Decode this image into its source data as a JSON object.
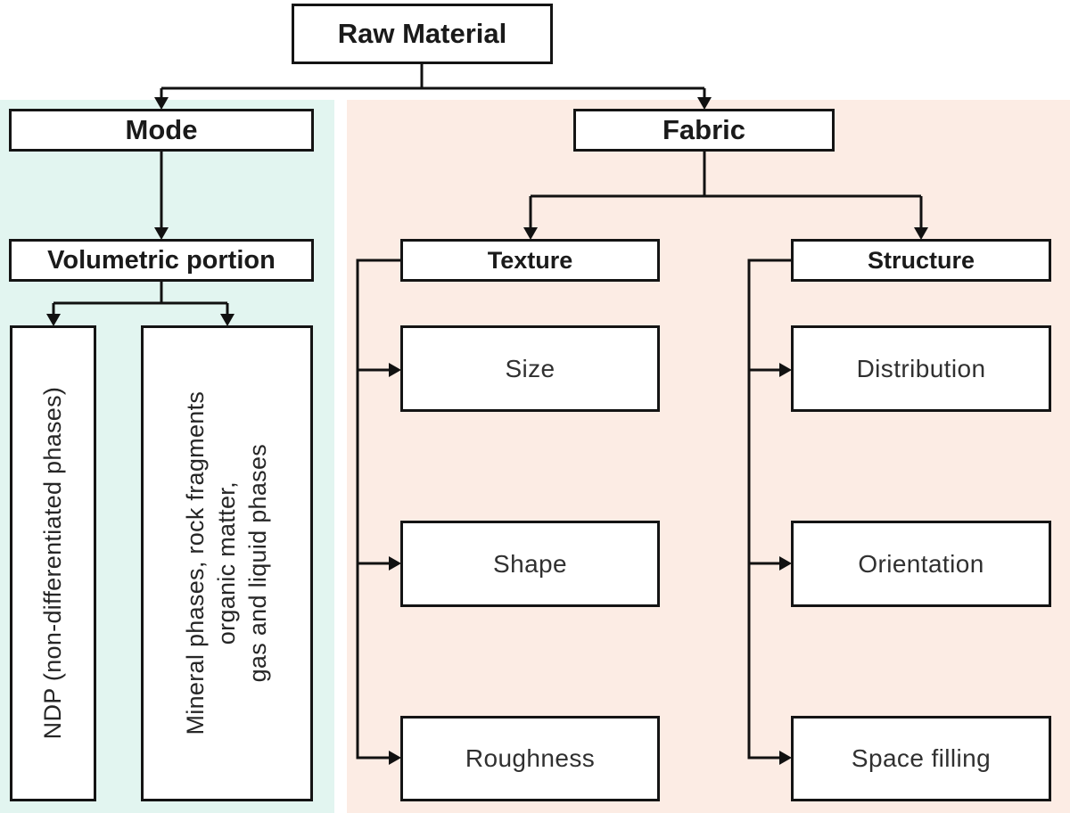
{
  "diagram": {
    "type": "flowchart",
    "description": "Hierarchy of raw material characterization: Mode and Fabric branches"
  },
  "nodes": {
    "raw_material": {
      "label": "Raw Material"
    },
    "mode": {
      "label": "Mode"
    },
    "fabric": {
      "label": "Fabric"
    },
    "volumetric_portion": {
      "label": "Volumetric portion"
    },
    "ndp": {
      "label": "NDP (non-differentiated phases)"
    },
    "mineral": {
      "lines": {
        "0": "Mineral phases, rock fragments",
        "1": "organic matter,",
        "2": "gas and liquid phases"
      }
    },
    "texture": {
      "label": "Texture"
    },
    "structure": {
      "label": "Structure"
    },
    "size": {
      "label": "Size"
    },
    "shape": {
      "label": "Shape"
    },
    "roughness": {
      "label": "Roughness"
    },
    "distribution": {
      "label": "Distribution"
    },
    "orientation": {
      "label": "Orientation"
    },
    "space_filling": {
      "label": "Space filling"
    }
  },
  "edges": [
    "Raw Material -> Mode",
    "Raw Material -> Fabric",
    "Mode -> Volumetric portion",
    "Volumetric portion -> NDP (non-differentiated phases)",
    "Volumetric portion -> Mineral phases, rock fragments organic matter, gas and liquid phases",
    "Fabric -> Texture",
    "Fabric -> Structure",
    "Texture -> Size",
    "Texture -> Shape",
    "Texture -> Roughness",
    "Structure -> Distribution",
    "Structure -> Orientation",
    "Structure -> Space filling"
  ],
  "colors": {
    "mode_panel_bg": "#e2f5f0",
    "fabric_panel_bg": "#fcece4",
    "box_bg": "#ffffff",
    "box_border": "#141414",
    "connector": "#111111",
    "header_text": "#1a1a1a",
    "leaf_text": "#303030"
  }
}
